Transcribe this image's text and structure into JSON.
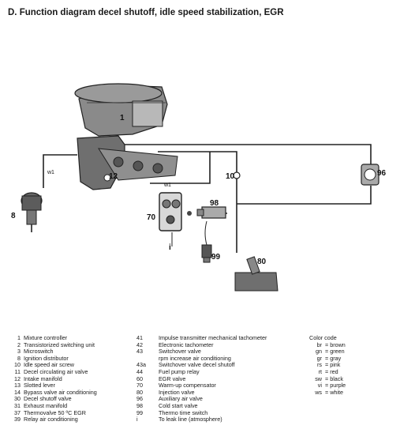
{
  "title": "D.  Function diagram decel shutoff, idle speed stabilization, EGR",
  "callouts": {
    "c1": "1",
    "c8": "8",
    "c10": "10",
    "c12": "12",
    "c70": "70",
    "c96": "96",
    "c98": "98",
    "c99": "99",
    "c80": "80",
    "ci": "i",
    "cw1": "w1",
    "cw1b": "w1"
  },
  "legend_col1": [
    {
      "num": "1",
      "label": "Mixture controller"
    },
    {
      "num": "2",
      "label": "Transistorized switching unit"
    },
    {
      "num": "3",
      "label": "Microswitch"
    },
    {
      "num": "8",
      "label": "Ignition distributor"
    },
    {
      "num": "10",
      "label": "Idle speed air screw"
    },
    {
      "num": "11",
      "label": "Decel circulating air valve"
    },
    {
      "num": "12",
      "label": "Intake manifold"
    },
    {
      "num": "13",
      "label": "Slotted lever"
    },
    {
      "num": "14",
      "label": "Bypass valve air conditioning"
    },
    {
      "num": "30",
      "label": "Decel shutoff valve"
    },
    {
      "num": "31",
      "label": "Exhaust manifold"
    },
    {
      "num": "37",
      "label": "Thermovalve 50 ºC EGR"
    },
    {
      "num": "39",
      "label": "Relay air conditioning"
    }
  ],
  "legend_col2": [
    {
      "num": "41",
      "label": "Impulse transmitter mechanical tachometer"
    },
    {
      "num": "42",
      "label": "Electronic tachometer"
    },
    {
      "num": "43",
      "label": "Switchover valve"
    },
    {
      "num": "",
      "label": "rpm increase air conditioning"
    },
    {
      "num": "43a",
      "label": "Switchover valve decel shutoff"
    },
    {
      "num": "44",
      "label": "Fuel pump relay"
    },
    {
      "num": "60",
      "label": "EGR valve"
    },
    {
      "num": "70",
      "label": "Warm-up compensator"
    },
    {
      "num": "80",
      "label": "Injection valve"
    },
    {
      "num": "96",
      "label": "Auxiliary air valve"
    },
    {
      "num": "98",
      "label": "Cold start valve"
    },
    {
      "num": "99",
      "label": "Thermo time switch"
    },
    {
      "num": "i",
      "label": "To leak line (atmosphere)"
    }
  ],
  "color_code": {
    "heading": "Color code",
    "items": [
      {
        "code": "br",
        "name": "brown"
      },
      {
        "code": "gn",
        "name": "green"
      },
      {
        "code": "gr",
        "name": "gray"
      },
      {
        "code": "rs",
        "name": "pink"
      },
      {
        "code": "rt",
        "name": "red"
      },
      {
        "code": "sw",
        "name": "black"
      },
      {
        "code": "vi",
        "name": "purple"
      },
      {
        "code": "ws",
        "name": "white"
      }
    ]
  }
}
